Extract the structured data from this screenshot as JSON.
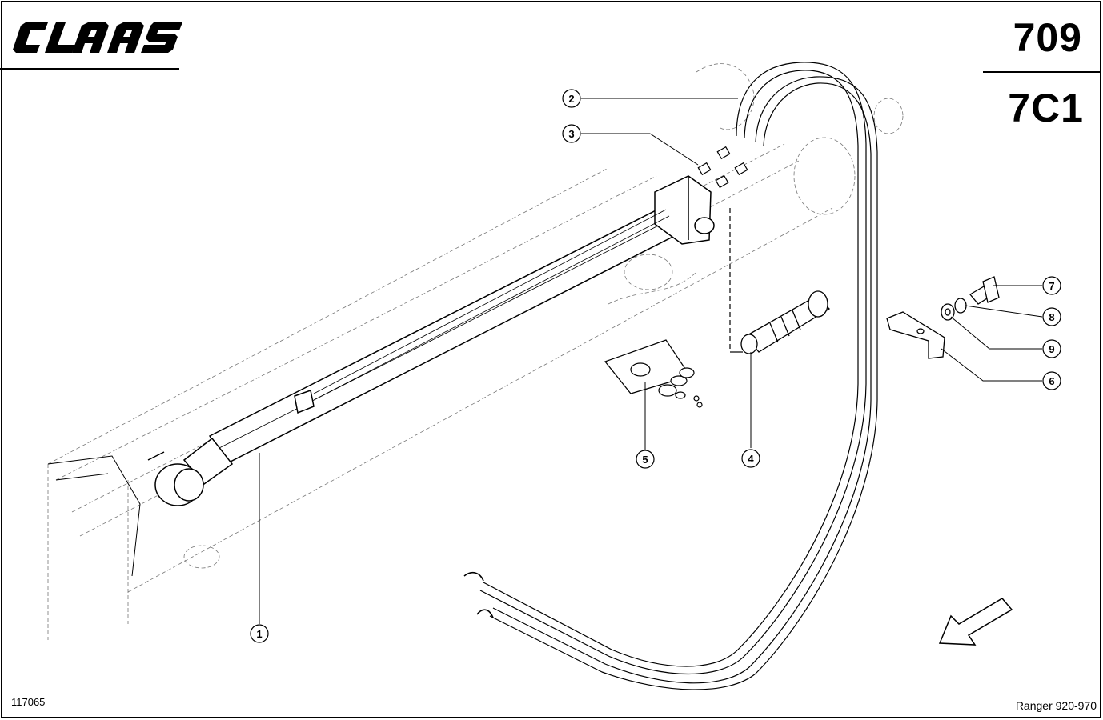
{
  "header": {
    "brand": "CLAAS",
    "page_number": "709",
    "group_code": "7C1"
  },
  "footer": {
    "document_id": "117065",
    "model_range": "Ranger 920-970"
  },
  "callouts": [
    "1",
    "2",
    "3",
    "4",
    "5",
    "6",
    "7",
    "8",
    "9"
  ]
}
